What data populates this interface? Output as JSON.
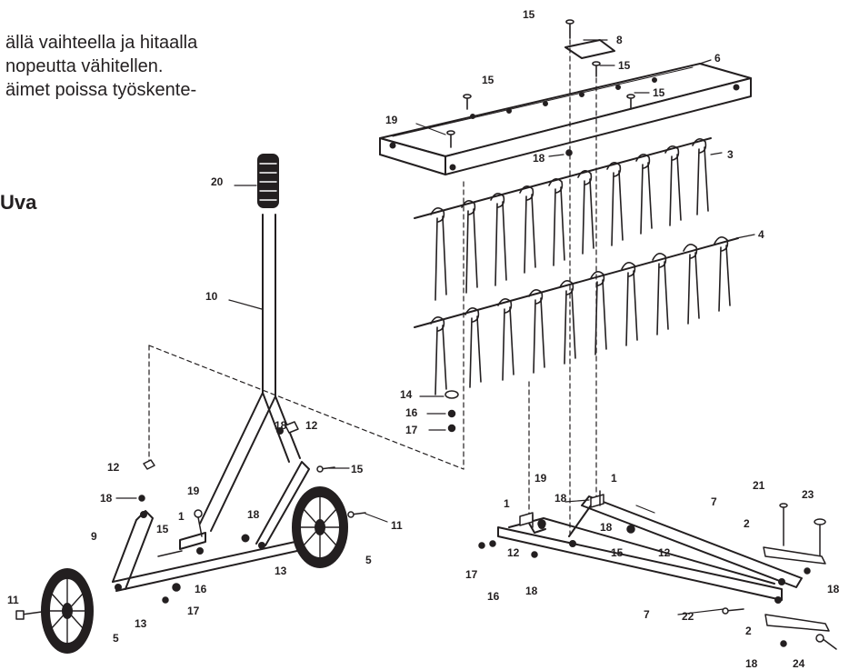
{
  "text_lines": [
    "ällä vaihteella ja hitaalla",
    " nopeutta vähitellen.",
    "äimet poissa työskente-"
  ],
  "heading": "Uva",
  "callouts": [
    {
      "id": "c15a",
      "text": "15"
    },
    {
      "id": "c8",
      "text": "8"
    },
    {
      "id": "c15b",
      "text": "15"
    },
    {
      "id": "c6",
      "text": "6"
    },
    {
      "id": "c15c",
      "text": "15"
    },
    {
      "id": "c15d",
      "text": "15"
    },
    {
      "id": "c19a",
      "text": "19"
    },
    {
      "id": "c18a",
      "text": "18"
    },
    {
      "id": "c3",
      "text": "3"
    },
    {
      "id": "c4",
      "text": "4"
    },
    {
      "id": "c20",
      "text": "20"
    },
    {
      "id": "c10",
      "text": "10"
    },
    {
      "id": "c14",
      "text": "14"
    },
    {
      "id": "c16a",
      "text": "16"
    },
    {
      "id": "c17a",
      "text": "17"
    },
    {
      "id": "c18b",
      "text": "18"
    },
    {
      "id": "c12a",
      "text": "12"
    },
    {
      "id": "c15e",
      "text": "15"
    },
    {
      "id": "c12b",
      "text": "12"
    },
    {
      "id": "c18c",
      "text": "18"
    },
    {
      "id": "c19b",
      "text": "19"
    },
    {
      "id": "c18d",
      "text": "18"
    },
    {
      "id": "c9",
      "text": "9"
    },
    {
      "id": "c1a",
      "text": "1"
    },
    {
      "id": "c15f",
      "text": "15"
    },
    {
      "id": "c11a",
      "text": "11"
    },
    {
      "id": "c5a",
      "text": "5"
    },
    {
      "id": "c5b",
      "text": "5"
    },
    {
      "id": "c11b",
      "text": "11"
    },
    {
      "id": "c13a",
      "text": "13"
    },
    {
      "id": "c13b",
      "text": "13"
    },
    {
      "id": "c16b",
      "text": "16"
    },
    {
      "id": "c17b",
      "text": "17"
    },
    {
      "id": "c1b",
      "text": "1"
    },
    {
      "id": "c18e",
      "text": "18"
    },
    {
      "id": "c1c",
      "text": "1"
    },
    {
      "id": "c19c",
      "text": "19"
    },
    {
      "id": "c18f",
      "text": "18"
    },
    {
      "id": "c12c",
      "text": "12"
    },
    {
      "id": "c15g",
      "text": "15"
    },
    {
      "id": "c12d",
      "text": "12"
    },
    {
      "id": "c7a",
      "text": "7"
    },
    {
      "id": "c7b",
      "text": "7"
    },
    {
      "id": "c17c",
      "text": "17"
    },
    {
      "id": "c16c",
      "text": "16"
    },
    {
      "id": "c18g",
      "text": "18"
    },
    {
      "id": "c21",
      "text": "21"
    },
    {
      "id": "c23",
      "text": "23"
    },
    {
      "id": "c2a",
      "text": "2"
    },
    {
      "id": "c18h",
      "text": "18"
    },
    {
      "id": "c22",
      "text": "22"
    },
    {
      "id": "c2b",
      "text": "2"
    },
    {
      "id": "c18i",
      "text": "18"
    },
    {
      "id": "c24",
      "text": "24"
    }
  ]
}
